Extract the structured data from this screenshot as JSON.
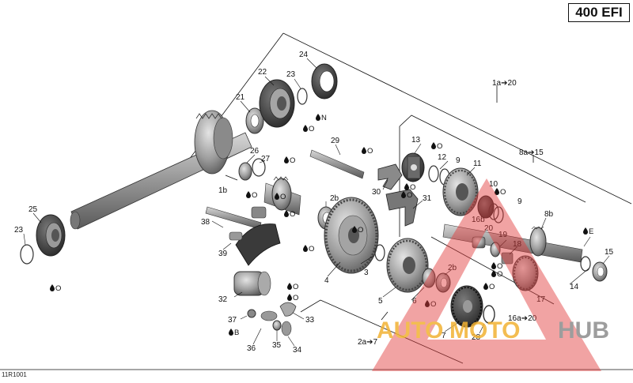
{
  "header": {
    "model_badge": "400 EFI",
    "drawing_code": "11R1001"
  },
  "callouts": [
    {
      "id": "c-25",
      "text": "25"
    },
    {
      "id": "c-23a",
      "text": "23"
    },
    {
      "id": "c-21",
      "text": "21"
    },
    {
      "id": "c-22",
      "text": "22"
    },
    {
      "id": "c-23b",
      "text": "23"
    },
    {
      "id": "c-24",
      "text": "24"
    },
    {
      "id": "c-26",
      "text": "26"
    },
    {
      "id": "c-27",
      "text": "27"
    },
    {
      "id": "c-29",
      "text": "29"
    },
    {
      "id": "c-13",
      "text": "13"
    },
    {
      "id": "c-12",
      "text": "12"
    },
    {
      "id": "c-9a",
      "text": "9"
    },
    {
      "id": "c-11",
      "text": "11"
    },
    {
      "id": "c-1b",
      "text": "1b"
    },
    {
      "id": "c-30",
      "text": "30"
    },
    {
      "id": "c-2b-a",
      "text": "2b"
    },
    {
      "id": "c-31",
      "text": "31"
    },
    {
      "id": "c-10",
      "text": "10"
    },
    {
      "id": "c-9b",
      "text": "9"
    },
    {
      "id": "c-16b",
      "text": "16b"
    },
    {
      "id": "c-8b",
      "text": "8b"
    },
    {
      "id": "c-38",
      "text": "38"
    },
    {
      "id": "c-20",
      "text": "20"
    },
    {
      "id": "c-19",
      "text": "19"
    },
    {
      "id": "c-18",
      "text": "18"
    },
    {
      "id": "c-15",
      "text": "15"
    },
    {
      "id": "c-14",
      "text": "14"
    },
    {
      "id": "c-39",
      "text": "39"
    },
    {
      "id": "c-3",
      "text": "3"
    },
    {
      "id": "c-4",
      "text": "4"
    },
    {
      "id": "c-2b-b",
      "text": "2b"
    },
    {
      "id": "c-32",
      "text": "32"
    },
    {
      "id": "c-6",
      "text": "6"
    },
    {
      "id": "c-5",
      "text": "5"
    },
    {
      "id": "c-17",
      "text": "17"
    },
    {
      "id": "c-37",
      "text": "37"
    },
    {
      "id": "c-33",
      "text": "33"
    },
    {
      "id": "c-7",
      "text": "7"
    },
    {
      "id": "c-28",
      "text": "28"
    },
    {
      "id": "c-36",
      "text": "36"
    },
    {
      "id": "c-35",
      "text": "35"
    },
    {
      "id": "c-34",
      "text": "34"
    }
  ],
  "ranges": [
    {
      "id": "r-1a-20",
      "text": "1a➔20"
    },
    {
      "id": "r-8a-15",
      "text": "8a➔15"
    },
    {
      "id": "r-16a-20",
      "text": "16a➔20"
    },
    {
      "id": "r-2a-7",
      "text": "2a➔7"
    }
  ],
  "lube_marks": [
    {
      "id": "l-0",
      "text": "O"
    },
    {
      "id": "l-1",
      "text": "N"
    },
    {
      "id": "l-2",
      "text": "O"
    },
    {
      "id": "l-3",
      "text": "O"
    },
    {
      "id": "l-4",
      "text": "O"
    },
    {
      "id": "l-5",
      "text": "O"
    },
    {
      "id": "l-6",
      "text": "O"
    },
    {
      "id": "l-7",
      "text": "O"
    },
    {
      "id": "l-8",
      "text": "O"
    },
    {
      "id": "l-9",
      "text": "O"
    },
    {
      "id": "l-10",
      "text": "O"
    },
    {
      "id": "l-11",
      "text": "O"
    },
    {
      "id": "l-12",
      "text": "O"
    },
    {
      "id": "l-13",
      "text": "O"
    },
    {
      "id": "l-14",
      "text": "O"
    },
    {
      "id": "l-15",
      "text": "O"
    },
    {
      "id": "l-16",
      "text": "E"
    },
    {
      "id": "l-17",
      "text": "O"
    },
    {
      "id": "l-18",
      "text": "O"
    },
    {
      "id": "l-19",
      "text": "B"
    },
    {
      "id": "l-20",
      "text": "O"
    },
    {
      "id": "l-21",
      "text": "O"
    }
  ],
  "watermark": {
    "part1": "AUTO",
    "part2": "MOTO",
    "part3": "HUB"
  },
  "colors": {
    "ink": "#111111",
    "metal_dark": "#6e6e6e",
    "metal_mid": "#9a9a9a",
    "metal_light": "#cfcfcf",
    "watermark_red": "#e03a3a",
    "watermark_gold": "#f2b233",
    "watermark_grey": "#8c8c8c"
  }
}
